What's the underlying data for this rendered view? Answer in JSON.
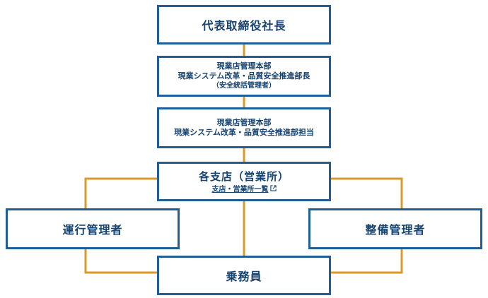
{
  "president": "代表取締役社長",
  "director": {
    "line1": "現業店管理本部",
    "line2": "現業システム改革・品質安全推進部長",
    "line3": "（安全統括管理者）"
  },
  "manager": {
    "line1": "現業店管理本部",
    "line2": "現業システム改革・品質安全推進部担当"
  },
  "branch": {
    "title": "各支店（営業所）",
    "link": "支店・営業所一覧",
    "link_icon": "external-link-icon"
  },
  "operations_manager": "運行管理者",
  "maintenance_manager": "整備管理者",
  "crew": "乗務員",
  "colors": {
    "box_border": "#1f5f96",
    "text": "#16436f",
    "connector": "#d89a2b"
  }
}
